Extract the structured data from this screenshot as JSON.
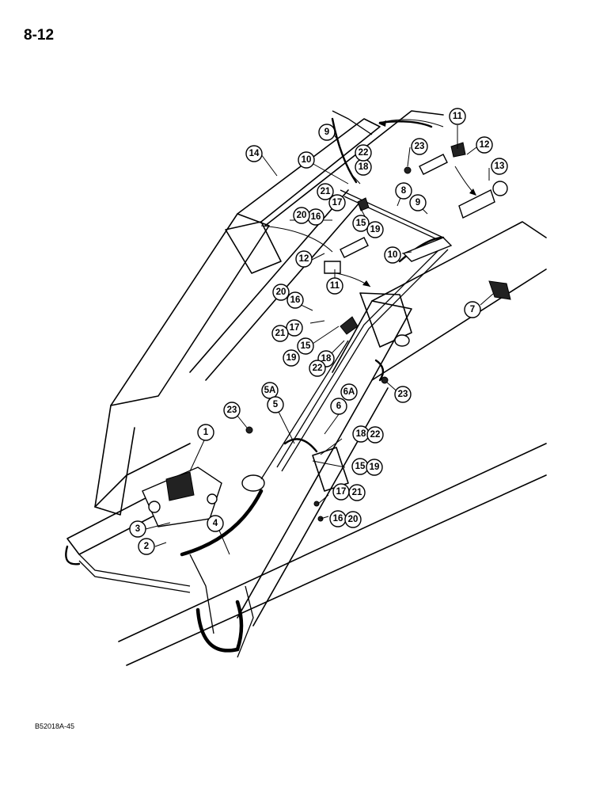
{
  "page": {
    "number": "8-12",
    "figure_code": "B52018A-45"
  },
  "callouts": [
    "1",
    "2",
    "3",
    "4",
    "5A",
    "5",
    "6A",
    "6",
    "7",
    "8",
    "9",
    "9",
    "10",
    "10",
    "11",
    "11",
    "12",
    "12",
    "13",
    "14",
    "15",
    "19",
    "15",
    "19",
    "15",
    "19",
    "16",
    "20",
    "16",
    "20",
    "16",
    "20",
    "17",
    "21",
    "17",
    "21",
    "17",
    "21",
    "18",
    "22",
    "18",
    "22",
    "18",
    "22",
    "23",
    "23",
    "23"
  ]
}
